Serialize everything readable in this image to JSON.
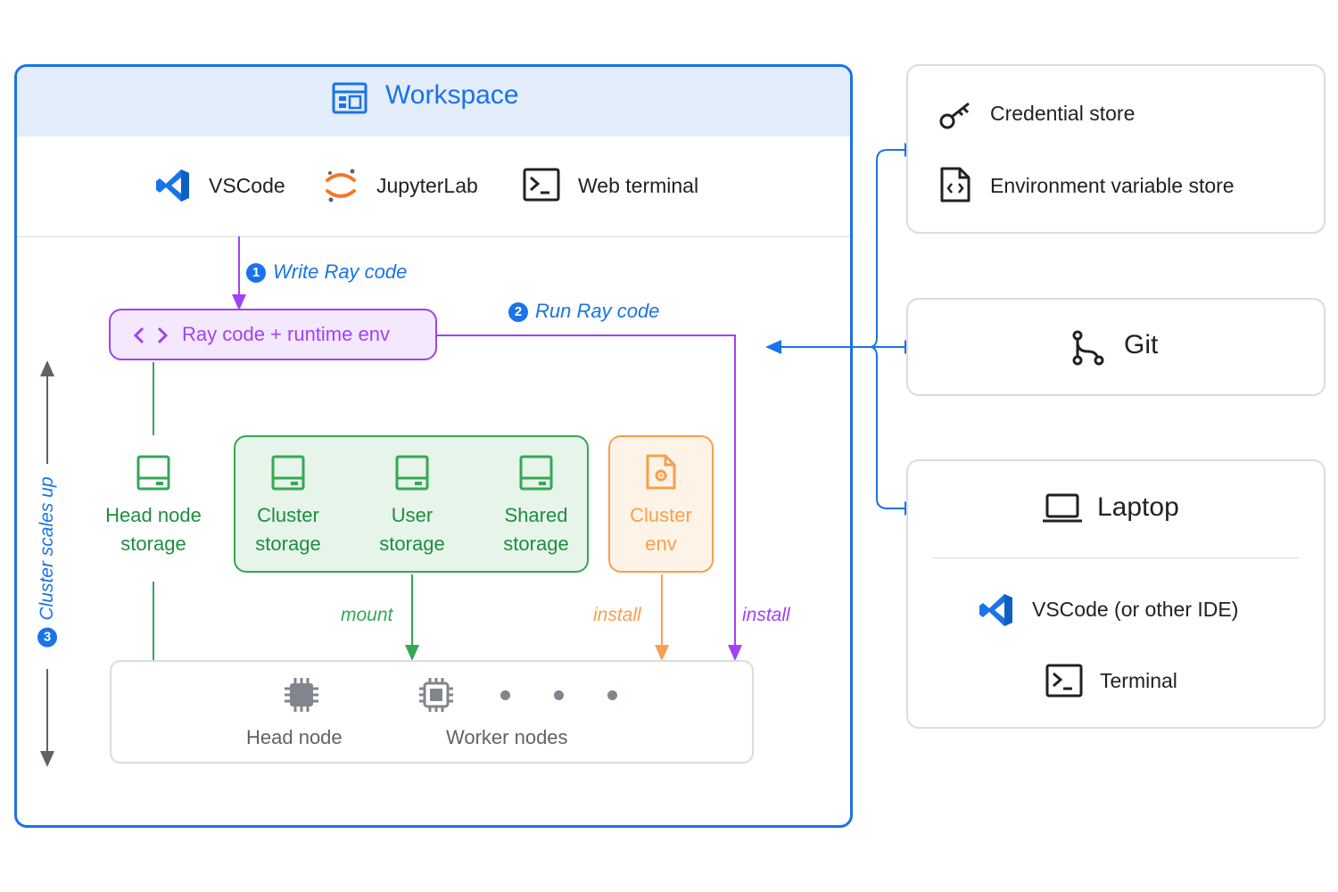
{
  "workspace": {
    "title": "Workspace",
    "tools": [
      {
        "label": "VSCode",
        "icon": "vscode-icon"
      },
      {
        "label": "JupyterLab",
        "icon": "jupyter-icon"
      },
      {
        "label": "Web terminal",
        "icon": "terminal-icon"
      }
    ],
    "ray_code": "Ray code + runtime env",
    "steps": {
      "write": {
        "num": "1",
        "label": "Write Ray code"
      },
      "run": {
        "num": "2",
        "label": "Run Ray code"
      },
      "scale": {
        "num": "3",
        "label": "Cluster scales up"
      }
    },
    "storage": {
      "head_node": [
        "Head node",
        "storage"
      ],
      "cluster": [
        "Cluster",
        "storage"
      ],
      "user": [
        "User",
        "storage"
      ],
      "shared": [
        "Shared",
        "storage"
      ]
    },
    "cluster_env": [
      "Cluster",
      "env"
    ],
    "edges": {
      "mount": "mount",
      "install_env": "install",
      "install_code": "install"
    },
    "nodes": {
      "head": "Head node",
      "workers": "Worker nodes"
    }
  },
  "panels": {
    "credential_store": "Credential store",
    "env_var_store": "Environment variable store",
    "git": "Git",
    "laptop": {
      "title": "Laptop",
      "ide": "VSCode (or other IDE)",
      "terminal": "Terminal"
    }
  },
  "colors": {
    "blue": "#1a73e8",
    "purple": "#a142f4",
    "green": "#34a853",
    "orange": "#f6a04d",
    "header_bg": "#e3edfb"
  }
}
